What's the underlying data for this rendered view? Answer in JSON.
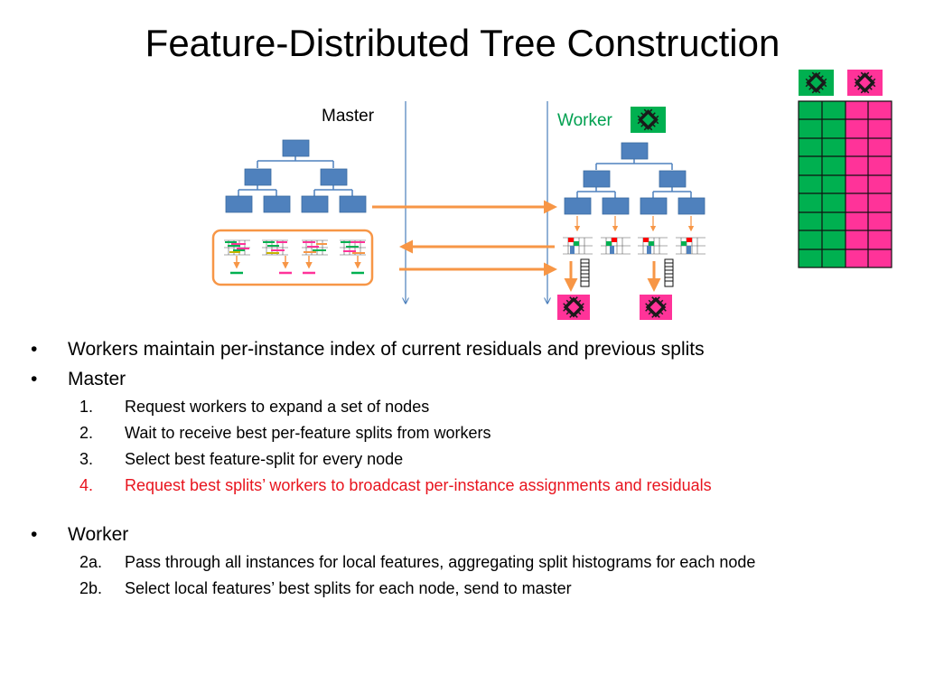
{
  "slide": {
    "title": "Feature-Distributed Tree Construction"
  },
  "diagram": {
    "master_label": "Master",
    "worker_label": "Worker",
    "colors": {
      "node_blue": "#4f81bd",
      "arrow_orange": "#f79646",
      "timeline_blue": "#4a7ebb",
      "worker_green": "#00b050",
      "worker_pink": "#ff3399",
      "highlight_red": "#ff0000"
    },
    "icons": [
      "chip-icon-green",
      "chip-icon-pink",
      "histogram-icon",
      "index-list-icon"
    ]
  },
  "bullets": {
    "workers_note": "Workers maintain per-instance index of current residuals and previous splits",
    "master": {
      "label": "Master",
      "steps": [
        {
          "num": "1.",
          "text": "Request workers to expand a set of nodes"
        },
        {
          "num": "2.",
          "text": "Wait to receive best per-feature splits from workers"
        },
        {
          "num": "3.",
          "text": "Select best feature-split for every node"
        },
        {
          "num": "4.",
          "text": "Request best splits’ workers to broadcast per-instance assignments and residuals"
        }
      ]
    },
    "worker": {
      "label": "Worker",
      "steps": [
        {
          "num": "2a.",
          "text": "Pass through all instances for local features, aggregating split histograms for each node"
        },
        {
          "num": "2b.",
          "text": "Select local features’ best splits for each node, send to master"
        }
      ]
    }
  }
}
